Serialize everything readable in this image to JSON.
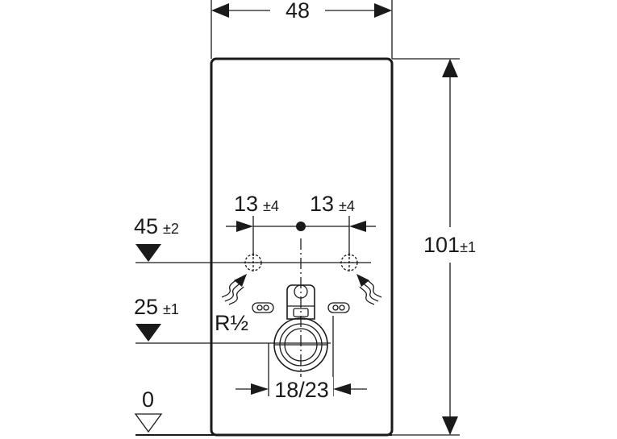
{
  "dimensions": {
    "width_label": "48",
    "height_main": "101",
    "height_tol": "±1",
    "h45_main": "45",
    "h45_tol": "±2",
    "h25_main": "25",
    "h25_tol": "±1",
    "zero": "0",
    "left_offset_main": "13",
    "left_offset_tol": "±4",
    "right_offset_main": "13",
    "right_offset_tol": "±4",
    "thread": "R½",
    "drain": "18/23"
  },
  "colors": {
    "line": "#1a1a1a",
    "background": "#ffffff"
  }
}
